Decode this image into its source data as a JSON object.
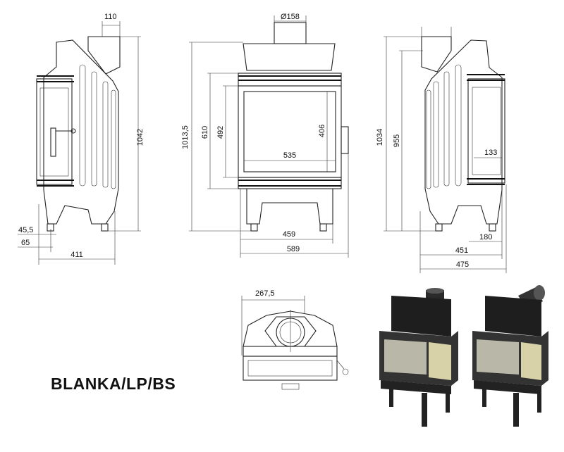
{
  "model_name": "BLANKA/LP/BS",
  "dimensions": {
    "left_view": {
      "top_offset": "110",
      "height": "1042",
      "foot_inset": "45,5",
      "foot_offset": "65",
      "depth": "411"
    },
    "front_view": {
      "flue_diameter": "Ø158",
      "total_height": "1013,5",
      "glass_frame_height": "610",
      "glass_height": "492",
      "opening_height": "406",
      "glass_width": "535",
      "base_width": "459",
      "total_width": "589"
    },
    "right_view": {
      "height": "1034",
      "flue_height": "955",
      "side_glass_width": "133",
      "foot_distance": "180",
      "depth_inner": "451",
      "depth_total": "475"
    },
    "top_view": {
      "flue_axis_offset": "267,5"
    }
  }
}
